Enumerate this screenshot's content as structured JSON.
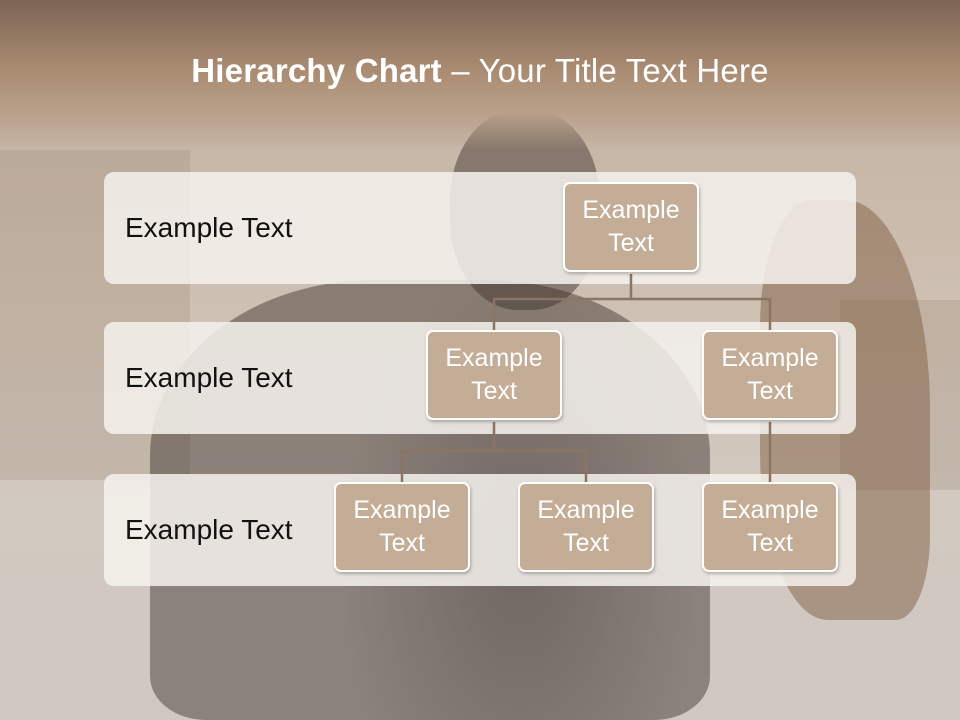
{
  "title": {
    "bold": "Hierarchy Chart",
    "rest": " – Your Title Text Here"
  },
  "levels": [
    {
      "label": "Example Text"
    },
    {
      "label": "Example Text"
    },
    {
      "label": "Example Text"
    }
  ],
  "nodes": {
    "root": "Example Text",
    "child_left": "Example Text",
    "child_right": "Example Text",
    "grandchild_1": "Example Text",
    "grandchild_2": "Example Text",
    "grandchild_3": "Example Text"
  },
  "colors": {
    "node_fill": "#c4ad97",
    "node_border": "#ffffff",
    "connector": "#8a7463",
    "band_fill": "#f5f1ec",
    "title_band": "#a88a70"
  }
}
